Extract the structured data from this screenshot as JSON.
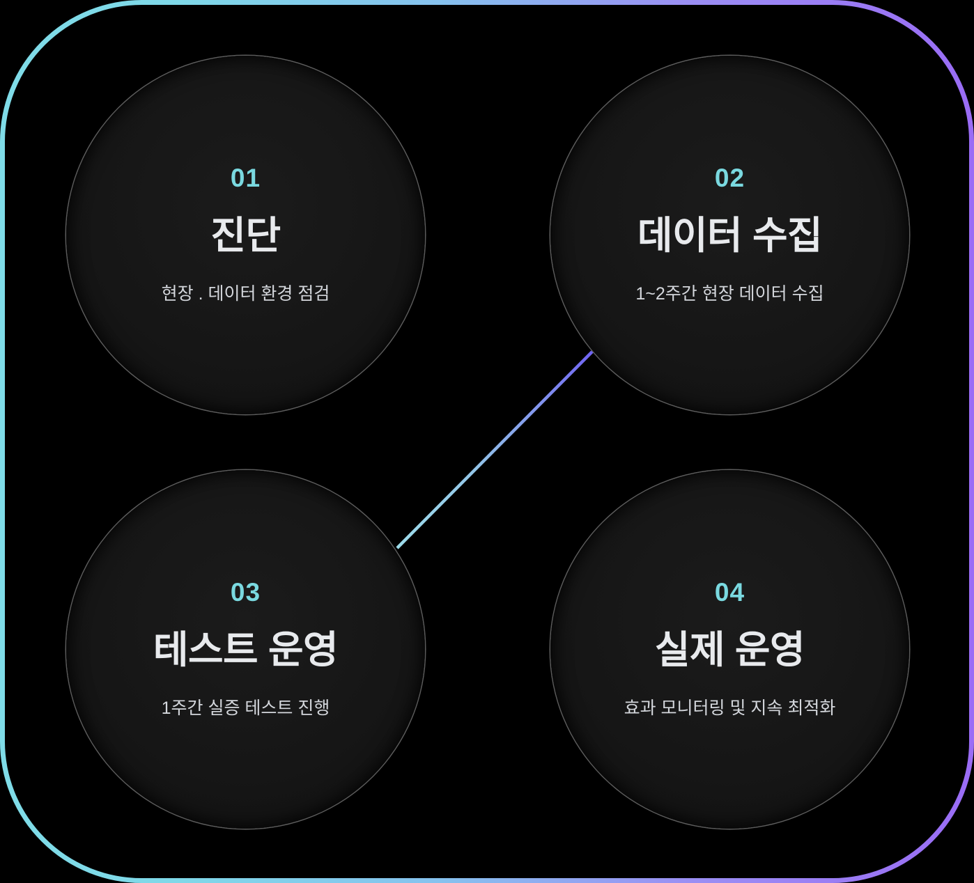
{
  "diagram": {
    "title_accent_color": "#7ad9e0",
    "frame": {
      "gradient_start_color": "#7fdce8",
      "gradient_end_color": "#9a6cf5"
    },
    "connectors": [
      {
        "name": "connector-01-to-02",
        "from": "01",
        "to": "02",
        "orientation": "horizontal",
        "color_start": "#b9bcc4",
        "color_end": "#b9bcc4"
      },
      {
        "name": "connector-02-to-03",
        "from": "02",
        "to": "03",
        "orientation": "diagonal",
        "color_start": "#8fd6e8",
        "color_end": "#7b6ff0"
      },
      {
        "name": "connector-03-to-04",
        "from": "03",
        "to": "04",
        "orientation": "horizontal",
        "color_start": "#b9bcc4",
        "color_end": "#b9bcc4"
      }
    ],
    "steps": [
      {
        "number": "01",
        "title": "진단",
        "description": "현장 . 데이터 환경 점검"
      },
      {
        "number": "02",
        "title": "데이터 수집",
        "description": "1~2주간 현장 데이터 수집"
      },
      {
        "number": "03",
        "title": "테스트 운영",
        "description": "1주간 실증 테스트 진행"
      },
      {
        "number": "04",
        "title": "실제 운영",
        "description": "효과 모니터링 및 지속 최적화"
      }
    ]
  }
}
